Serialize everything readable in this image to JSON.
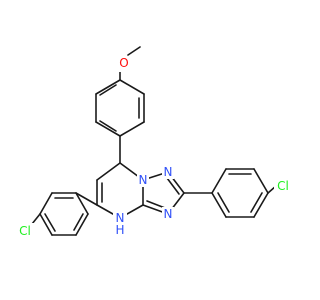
{
  "molecule": {
    "colors": {
      "bond": "#1a1a1a",
      "oxygen": "#ff0d0d",
      "nitrogen": "#3050f8",
      "chlorine": "#1ff01f",
      "carbon": "#1a1a1a"
    },
    "labels": {
      "oxygen": "O",
      "n_triazole_top": "N",
      "n_bridge": "N",
      "n_triazole_bottom": "N",
      "nh_n": "N",
      "nh_h": "H",
      "cl_right": "Cl",
      "cl_left": "Cl"
    }
  }
}
